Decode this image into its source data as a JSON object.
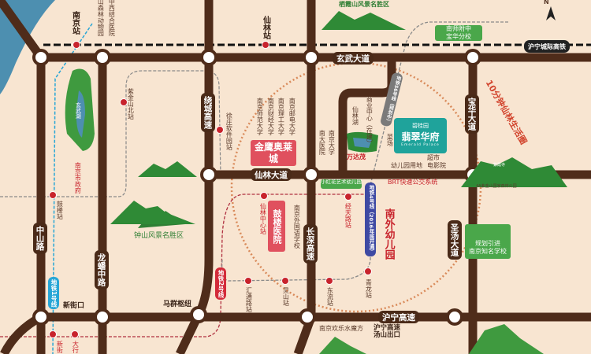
{
  "map": {
    "colors": {
      "background": "#f8e5d1",
      "road": "#4f2c1a",
      "river": "#4d8fb0",
      "green": "#3f9a3f",
      "accent_red": "#c8232c",
      "project": "#1fa39b",
      "circle": "#d98a5a",
      "metro1": "#27a6d6",
      "metro2": "#d32b3a",
      "metro4": "#3f4aa3"
    },
    "compass": {
      "label": "N",
      "icon": "north-arrow-icon"
    },
    "stations_rail": [
      "南京站",
      "仙林站"
    ],
    "top_labels": {
      "zoo": "山森林动物园",
      "hospital": "中西结合医院",
      "qixia": "栖霞山风景名胜区"
    },
    "railway": {
      "label": "沪宁城际高铁"
    },
    "school_top": {
      "line1": "南师附中",
      "line2": "宝华分校"
    },
    "roads": {
      "xuanwu": "玄武大道",
      "baohua": "宝华大道",
      "raocheng": "绕城高速",
      "xianlin": "仙林大道",
      "changshen": "长深高速",
      "shengtang": "圣汤大道",
      "huning": "沪宁高速",
      "zhongshan": "中山路",
      "longpan": "龙蟠中路"
    },
    "life_circle": "10分钟仙林生活圈",
    "metro": {
      "s6": "地铁S6号线（规划中）",
      "line4": "地铁4号线（2016年底开通）",
      "line2": "地铁2号线",
      "line1": "地铁1号线"
    },
    "poi": {
      "business": "商业中心（在建）",
      "xianlin_lake": "仙林湖",
      "nanda_hospital": "南大医院",
      "nju": "南京大学",
      "wanda": "万达茂",
      "market": "菜场",
      "supermarket": "超市",
      "cinema": "电影院",
      "kindergarten_land": "幼儿园用地",
      "brt": "BRT快速公交系统",
      "forest_park": "4A紫金山国家森林公园",
      "forest_small": "紫霞寺",
      "njnu": "南京师范大学",
      "nufe": "南京财经大学",
      "njust": "南京理工大学",
      "njupt": "南京邮电大学",
      "jinying": "金鹰奥莱城",
      "xiaohonghua": "小红花艺术幼儿园",
      "nanwai_kg": "南外幼儿园",
      "nfls": "南京外国语学校",
      "gulou_hospital": "鼓楼医院",
      "planned_school_1": "规划引进",
      "planned_school_2": "南京知名学校",
      "zhongshan_scenic": "钟山风景名胜区",
      "xuanwu_lake": "玄武湖",
      "city_gov": "南京市政府",
      "xinjiekou": "新街口",
      "maqun": "马群枢纽",
      "water_park": "南京欢乐水魔方",
      "tangshan_exit": "沪宁高速汤山出口"
    },
    "metro_stations": {
      "zijinshan": "紫金山北站",
      "xuzhuang": "徐庄软件园站",
      "jingtian": "经天路站",
      "xianlin_center": "仙林中心站",
      "qinglong": "青龙站",
      "dongliu": "东流站",
      "lingshan": "灵山站",
      "huitong": "汇通路站",
      "gulou": "鼓楼站",
      "xinjie": "新街",
      "daxing": "大行"
    },
    "project": {
      "brand": "碧桂园",
      "name": "翡翠华府",
      "name_en": "Emerald Palace"
    }
  }
}
